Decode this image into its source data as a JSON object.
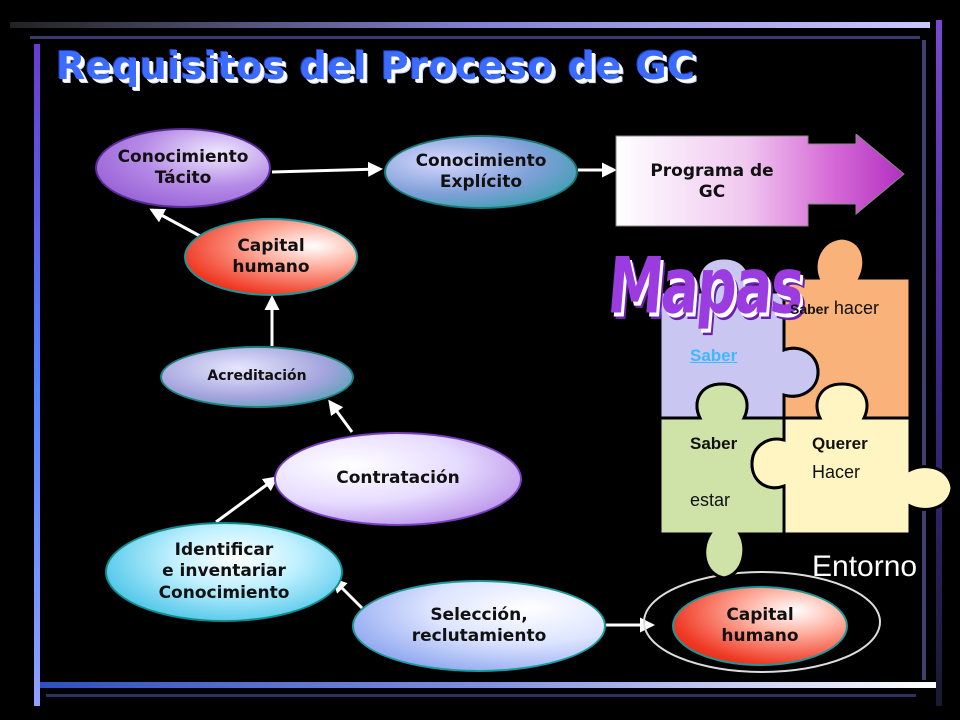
{
  "title": "Requisitos del Proceso de GC",
  "nodes": {
    "tacito": "Conocimiento\nTácito",
    "explicito": "Conocimiento\nExplícito",
    "capital_top": "Capital\nhumano",
    "acreditacion": "Acreditación",
    "contratacion": "Contratación",
    "identificar": "Identificar\ne inventariar\nConocimiento",
    "seleccion": "Selección,\nreclutamiento",
    "capital_bottom": "Capital\nhumano"
  },
  "programa": "Programa de\nGC",
  "puzzle": {
    "mapas": "Mapas",
    "saber": "Saber",
    "saber_hacer_bold": "Saber",
    "saber_hacer_rest": " hacer",
    "saber_estar_top": "Saber",
    "saber_estar_bottom": "estar",
    "querer_top": "Querer",
    "querer_bottom": "Hacer"
  },
  "entorno": "Entorno",
  "colors": {
    "title": "#3b6cff",
    "purple": "#9b59d6",
    "teal": "#2aa7a7",
    "red": "#e8201a",
    "piece_saber": "#c9c6f2",
    "piece_saber_hacer": "#f8b27a",
    "piece_saber_estar": "#cfe3a8",
    "piece_querer": "#fff5c2"
  }
}
